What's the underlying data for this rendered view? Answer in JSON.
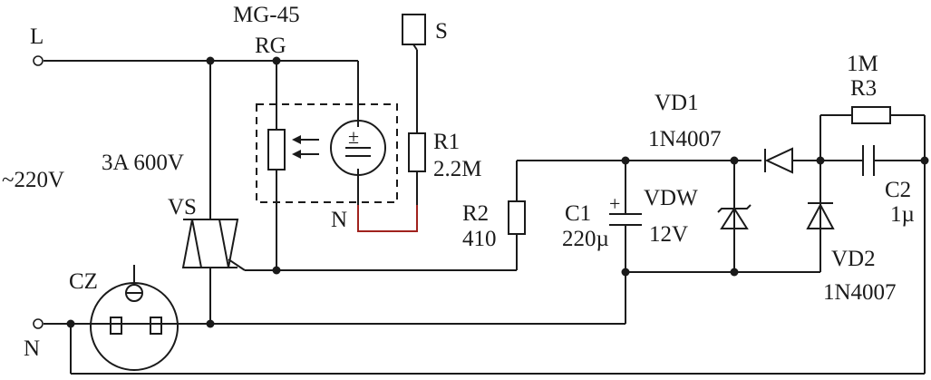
{
  "colors": {
    "wire": "#1a1a1a",
    "highlight_wire": "#a0221e",
    "background": "#ffffff"
  },
  "labels": {
    "terminal_L": "L",
    "terminal_N": "N",
    "supply_voltage": "~220V",
    "sensor_model": "MG-45",
    "sensor_ref": "RG",
    "sensor_node": "N",
    "probe": "S",
    "triac_rating": "3A 600V",
    "triac": "VS",
    "socket": "CZ",
    "r1_ref": "R1",
    "r1_value": "2.2M",
    "r2_ref": "R2",
    "r2_value": "410",
    "c1_ref": "C1",
    "c1_value": "220µ",
    "vdw_ref": "VDW",
    "vdw_value": "12V",
    "vd1_ref": "VD1",
    "vd1_value": "1N4007",
    "r3_value": "1M",
    "r3_ref": "R3",
    "c2_ref": "C2",
    "c2_value": "1µ",
    "vd2_ref": "VD2",
    "vd2_value": "1N4007"
  }
}
